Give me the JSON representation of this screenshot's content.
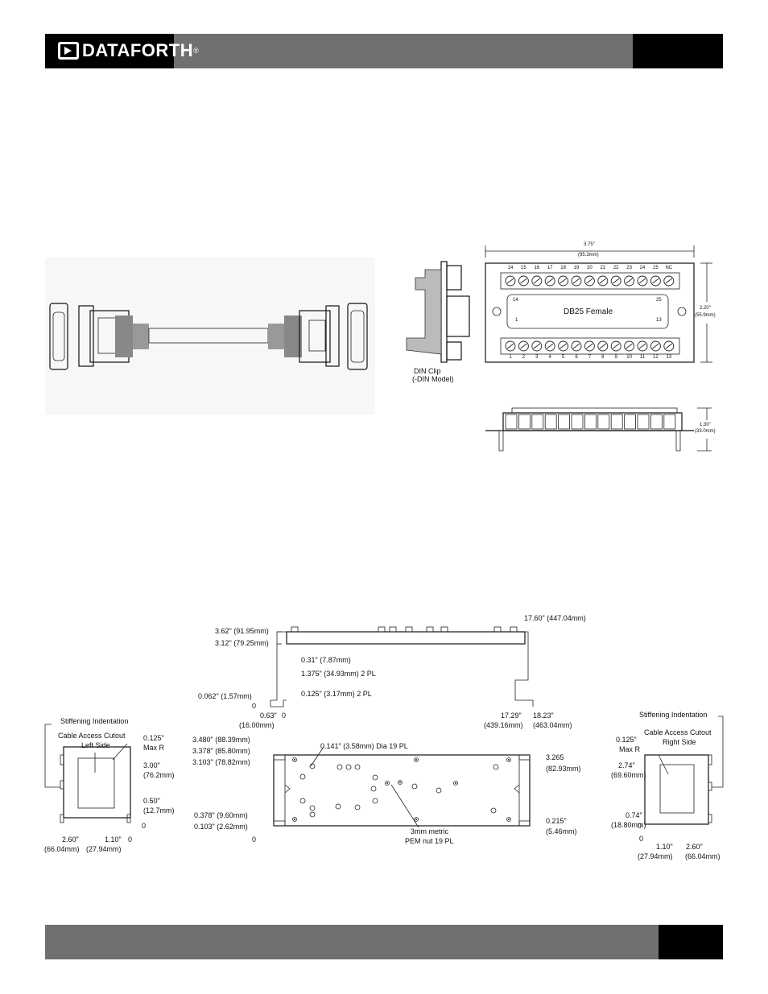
{
  "brand": {
    "name": "DATAFORTH",
    "registered": "®"
  },
  "cable_figure": {},
  "din_figure": {
    "clip_label": "DIN Clip",
    "clip_sublabel": "(-DIN Model)"
  },
  "terminal_board": {
    "width_dim": "3.75\"",
    "width_dim_mm": "(95.3mm)",
    "height_dim": "2.20\"",
    "height_dim_mm": "(55.9mm)",
    "side_dim": "1.30\"",
    "side_dim_mm": "(33.0mm)",
    "connector_label": "DB25 Female",
    "pin_14": "14",
    "pin_25": "25",
    "pin_1": "1",
    "pin_13": "13",
    "top_terminals": [
      "14",
      "15",
      "16",
      "17",
      "18",
      "19",
      "20",
      "21",
      "22",
      "23",
      "24",
      "25",
      "NC"
    ],
    "bottom_terminals": [
      "1",
      "2",
      "3",
      "4",
      "5",
      "6",
      "7",
      "8",
      "9",
      "10",
      "11",
      "12",
      "13"
    ]
  },
  "rack_front": {
    "dim_3_62": "3.62\" (91.95mm)",
    "dim_3_12": "3.12\" (79.25mm)",
    "dim_0_31": "0.31\" (7.87mm)",
    "dim_1_375": "1.375\" (34.93mm) 2 PL",
    "dim_0_125": "0.125\" (3.17mm) 2 PL",
    "dim_0_062": "0.062\" (1.57mm)",
    "zero_left": "0",
    "dim_0_63": "0.63\"",
    "dim_0_63_mm": "(16.00mm)",
    "zero_bottom": "0",
    "dim_17_60": "17.60\" (447.04mm)",
    "dim_17_29": "17.29\"",
    "dim_17_29_mm": "(439.16mm)",
    "dim_18_23": "18.23\"",
    "dim_18_23_mm": "(463.04mm)"
  },
  "rack_plan": {
    "dim_3_480": "3.480\" (88.39mm)",
    "dim_3_378": "3.378\" (85.80mm)",
    "dim_3_103": "3.103\" (78.82mm)",
    "dim_0_378": "0.378\" (9.60mm)",
    "dim_0_103": "0.103\" (2.62mm)",
    "zero": "0",
    "dia_note": "0.141\" (3.58mm) Dia 19 PL",
    "pem_note_1": "3mm metric",
    "pem_note_2": "PEM nut 19 PL",
    "dim_3_265": "3.265",
    "dim_3_265_mm": "(82.93mm)",
    "dim_0_215": "0.215\"",
    "dim_0_215_mm": "(5.46mm)"
  },
  "left_side": {
    "stiff": "Stiffening Indentation",
    "cutout_1": "Cable Access Cutout",
    "cutout_2": "Left Side",
    "r_1": "0.125\"",
    "r_2": "Max R",
    "d_3_00": "3.00\"",
    "d_3_00_mm": "(76.2mm)",
    "d_0_50": "0.50\"",
    "d_0_50_mm": "(12.7mm)",
    "zero_a": "0",
    "zero_b": "0",
    "d_2_60": "2.60\"",
    "d_2_60_mm": "(66.04mm)",
    "d_1_10": "1.10\"",
    "d_1_10_mm": "(27.94mm)"
  },
  "right_side": {
    "stiff": "Stiffening Indentation",
    "cutout_1": "Cable Access Cutout",
    "cutout_2": "Right Side",
    "r_1": "0.125\"",
    "r_2": "Max R",
    "d_2_74": "2.74\"",
    "d_2_74_mm": "(69.60mm)",
    "d_0_74": "0.74\"",
    "d_0_74_mm": "(18.80mm)",
    "zero_a": "0",
    "zero_b": "0",
    "d_1_10": "1.10\"",
    "d_1_10_mm": "(27.94mm)",
    "d_2_60": "2.60\"",
    "d_2_60_mm": "(66.04mm)"
  }
}
